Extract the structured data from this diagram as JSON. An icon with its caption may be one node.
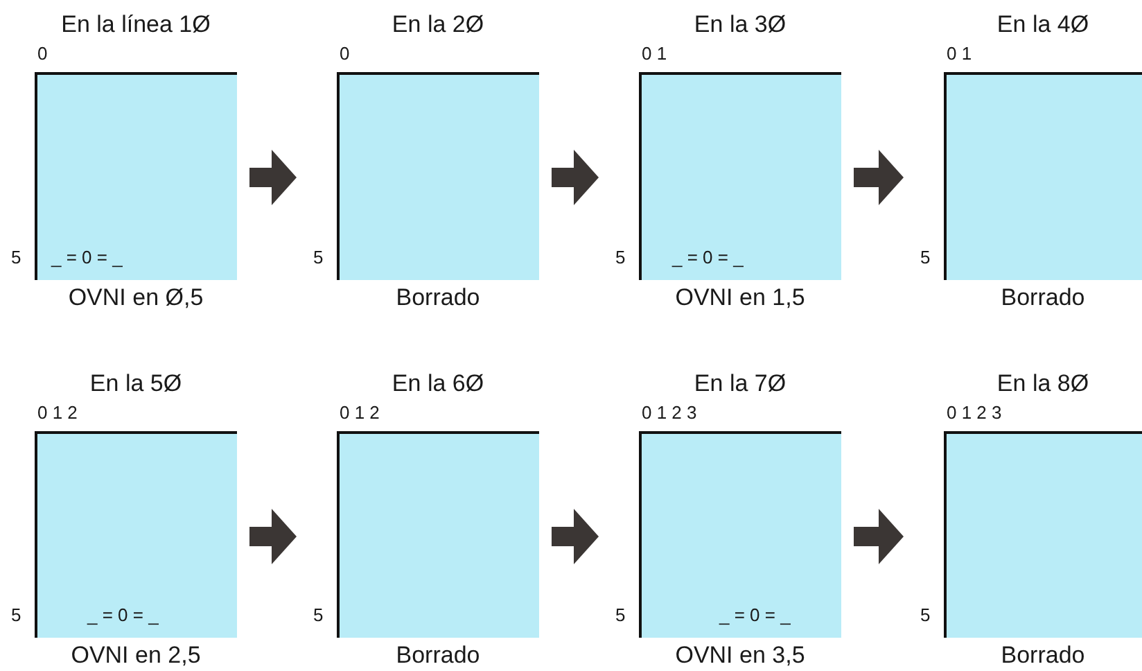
{
  "diagram": {
    "nodes": [
      {
        "text": [
          "En la línea 1Ø",
          "_ = 0 = _"
        ],
        "beside": [
          "0",
          "5",
          "OVNI en Ø,5"
        ]
      },
      {
        "text": [
          "En la 2Ø"
        ],
        "beside": [
          "0",
          "5",
          "Borrado"
        ]
      },
      {
        "text": [
          "En la 3Ø",
          "_ = 0 = _"
        ],
        "beside": [
          "0 1",
          "5",
          "OVNI en 1,5"
        ]
      },
      {
        "text": [
          "En la 4Ø"
        ],
        "beside": [
          "0 1",
          "5",
          "Borrado"
        ]
      },
      {
        "text": [
          "En la 5Ø",
          "_ = 0 = _"
        ],
        "beside": [
          "0 1 2",
          "5",
          "OVNI en 2,5"
        ]
      },
      {
        "text": [
          "En la 6Ø"
        ],
        "beside": [
          "0 1 2",
          "5",
          "Borrado"
        ]
      },
      {
        "text": [
          "En la 7Ø",
          "_ = 0 = _"
        ],
        "beside": [
          "0 1 2 3",
          "5",
          "OVNI en 3,5"
        ]
      },
      {
        "text": [
          "En la 8Ø"
        ],
        "beside": [
          "0 1 2 3",
          "5",
          "Borrado"
        ]
      }
    ],
    "edges": [
      {
        "from": 0,
        "to": 1,
        "arrow": "to"
      },
      {
        "from": 1,
        "to": 2,
        "arrow": "to"
      },
      {
        "from": 2,
        "to": 3,
        "arrow": "to"
      },
      {
        "from": 4,
        "to": 5,
        "arrow": "to"
      },
      {
        "from": 5,
        "to": 6,
        "arrow": "to"
      },
      {
        "from": 6,
        "to": 7,
        "arrow": "to"
      }
    ]
  }
}
